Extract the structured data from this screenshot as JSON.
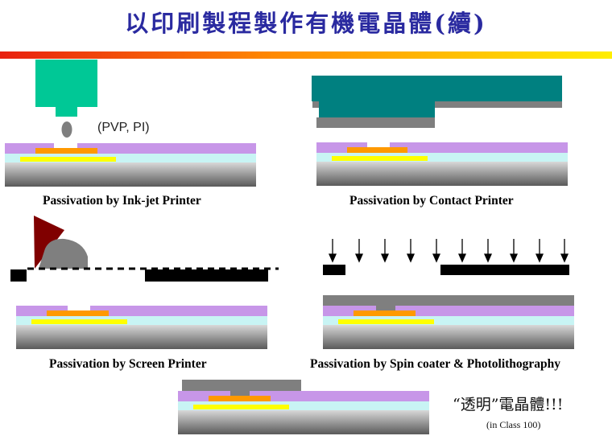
{
  "title": "以印刷製程製作有機電晶體(續)",
  "colors": {
    "title": "#2a2aa0",
    "accent_bar_start": "#e82010",
    "accent_bar_end": "#ffee00",
    "purple_layer": "#c796e8",
    "cyan_layer": "#c8f4f4",
    "orange": "#ff9900",
    "yellow": "#ffff00",
    "gray": "#7f7f7f",
    "teal": "#008080",
    "nozzle": "#00c896",
    "squeegee": "#800000"
  },
  "panels": {
    "inkjet": {
      "caption": "Passivation by Ink-jet Printer",
      "label": "(PVP, PI)"
    },
    "contact": {
      "caption": "Passivation by Contact Printer"
    },
    "screen": {
      "caption": "Passivation by Screen Printer"
    },
    "spin": {
      "caption": "Passivation by Spin coater & Photolithography"
    }
  },
  "note": {
    "text": "“透明”電晶體!!!",
    "sub": "(in Class 100)"
  }
}
